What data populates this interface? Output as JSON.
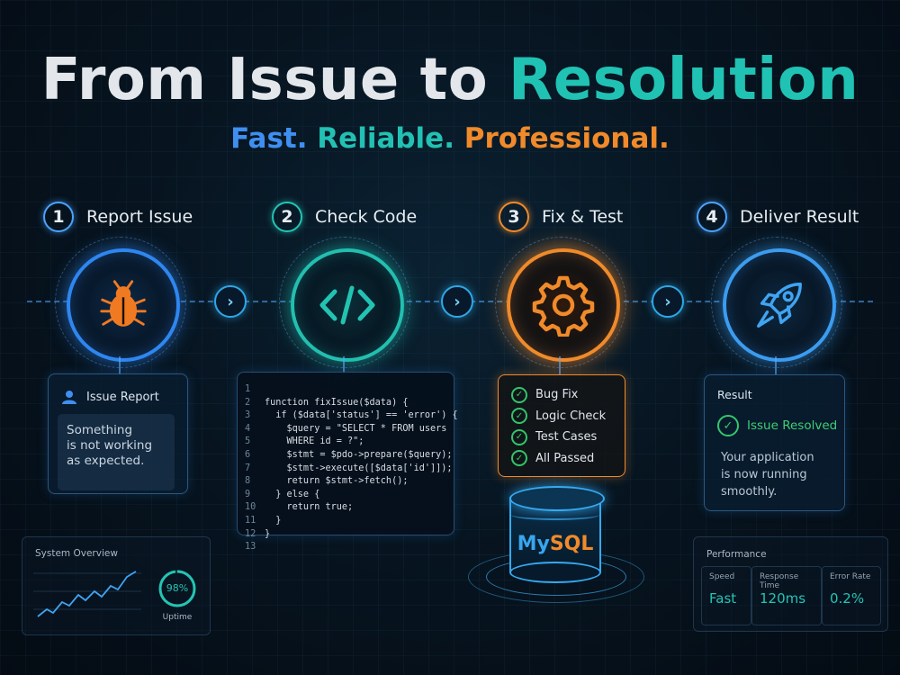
{
  "header": {
    "title_part1": "From Issue to",
    "title_part2": "Resolution",
    "tagline_1": "Fast.",
    "tagline_2": "Reliable.",
    "tagline_3": "Professional."
  },
  "steps": [
    {
      "number": "1",
      "label": "Report Issue",
      "icon": "bug-icon"
    },
    {
      "number": "2",
      "label": "Check Code",
      "icon": "code-icon"
    },
    {
      "number": "3",
      "label": "Fix & Test",
      "icon": "gear-icon"
    },
    {
      "number": "4",
      "label": "Deliver Result",
      "icon": "rocket-icon"
    }
  ],
  "report_card": {
    "title": "Issue Report",
    "message_line1": "Something",
    "message_line2": "is not working",
    "message_line3": "as expected."
  },
  "code_card": {
    "lines": [
      {
        "n": "1",
        "text": ""
      },
      {
        "n": "2",
        "text": "function fixIssue($data) {"
      },
      {
        "n": "3",
        "text": "  if ($data['status'] == 'error') {"
      },
      {
        "n": "4",
        "text": "    $query = \"SELECT * FROM users"
      },
      {
        "n": "5",
        "text": "    WHERE id = ?\";"
      },
      {
        "n": "6",
        "text": "    $stmt = $pdo->prepare($query);"
      },
      {
        "n": "7",
        "text": "    $stmt->execute([$data['id']]);"
      },
      {
        "n": "8",
        "text": "    return $stmt->fetch();"
      },
      {
        "n": "9",
        "text": "  } else {"
      },
      {
        "n": "10",
        "text": "    return true;"
      },
      {
        "n": "11",
        "text": "  }"
      },
      {
        "n": "12",
        "text": "}"
      },
      {
        "n": "13",
        "text": ""
      }
    ]
  },
  "checklist": {
    "items": [
      "Bug Fix",
      "Logic Check",
      "Test Cases",
      "All Passed"
    ]
  },
  "database": {
    "label_my": "My",
    "label_sql": "SQL"
  },
  "result_card": {
    "title": "Result",
    "status": "Issue Resolved",
    "message_line1": "Your application",
    "message_line2": "is now running",
    "message_line3": "smoothly."
  },
  "system_overview": {
    "title": "System Overview",
    "uptime_value": "98%",
    "uptime_fraction": 0.98,
    "uptime_label": "Uptime"
  },
  "performance": {
    "title": "Performance",
    "metrics": [
      {
        "label": "Speed",
        "value": "Fast"
      },
      {
        "label": "Response Time",
        "value": "120ms"
      },
      {
        "label": "Error Rate",
        "value": "0.2%"
      }
    ]
  },
  "colors": {
    "accent_teal": "#20c2b3",
    "accent_blue": "#3f8ff0",
    "accent_orange": "#f08a2a",
    "success_green": "#35c66d"
  }
}
